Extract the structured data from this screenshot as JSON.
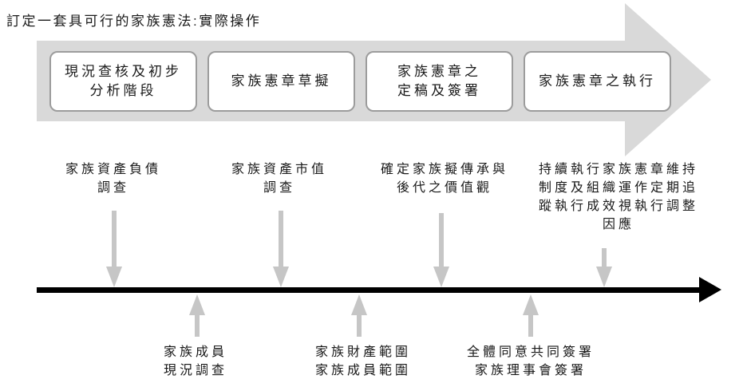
{
  "title": "訂定一套具可行的家族憲法:實際操作",
  "stages": [
    {
      "label": "現況查核及初步\n分析階段"
    },
    {
      "label": "家族憲章草擬"
    },
    {
      "label": "家族憲章之\n定稿及簽署"
    },
    {
      "label": "家族憲章之執行"
    }
  ],
  "milestones_above": [
    {
      "text": "家族資產負債\n調查"
    },
    {
      "text": "家族資產市值\n調查"
    },
    {
      "text": "確定家族擬傳承與\n後代之價值觀"
    },
    {
      "text": "持續執行家族憲章維持\n制度及組織運作定期追\n蹤執行成效視執行調整\n因應"
    }
  ],
  "milestones_below": [
    {
      "text": "家族成員\n現況調查"
    },
    {
      "text": "家族財產範圍\n家族成員範圍"
    },
    {
      "text": "全體同意共同簽署\n家族理事會簽署"
    }
  ],
  "colors": {
    "band": "#d9d9d9",
    "box_fill": "#ffffff",
    "box_border": "#9c9c9c",
    "small_arrow": "#c6c6c6",
    "timeline": "#000000",
    "text": "#1a1a1a",
    "background": "#ffffff"
  }
}
